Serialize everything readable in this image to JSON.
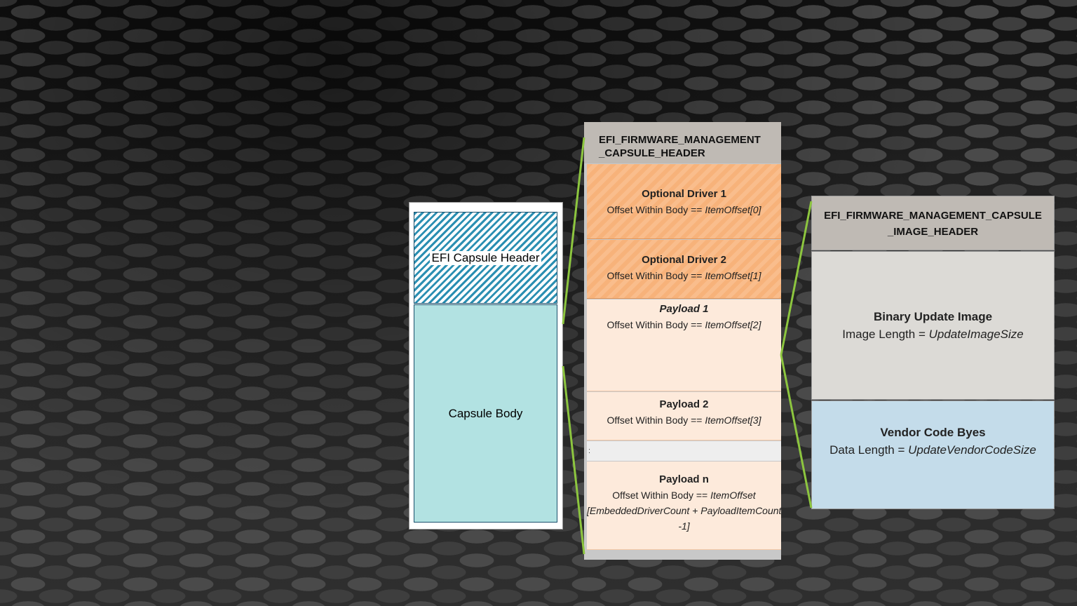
{
  "capsule": {
    "header_label": "EFI Capsule Header",
    "body_label": "Capsule Body"
  },
  "fmp_capsule": {
    "header_line1": "EFI_FIRMWARE_MANAGEMENT",
    "header_line2": "_CAPSULE_HEADER",
    "items": [
      {
        "title": "Optional Driver 1",
        "offset_prefix": "Offset Within Body == ",
        "offset_value": "ItemOffset[0]"
      },
      {
        "title": "Optional Driver 2",
        "offset_prefix": "Offset Within Body == ",
        "offset_value": "ItemOffset[1]"
      },
      {
        "title": "Payload 1",
        "offset_prefix": "Offset Within Body == ",
        "offset_value": "ItemOffset[2]"
      },
      {
        "title": "Payload 2",
        "offset_prefix": "Offset Within Body == ",
        "offset_value": "ItemOffset[3]"
      },
      {
        "title": "Payload n",
        "offset_prefix": "Offset Within Body == ",
        "offset_value": "ItemOffset",
        "offset_line2": "[EmbeddedDriverCount + PayloadItemCount",
        "offset_line3": "-1]"
      }
    ],
    "gap_marker": ":"
  },
  "image_header": {
    "line1": "EFI_FIRMWARE_MANAGEMENT_CAPSULE",
    "line2": "_IMAGE_HEADER",
    "binary_title": "Binary Update Image",
    "binary_prefix": "Image Length = ",
    "binary_value": "UpdateImageSize",
    "vendor_title": "Vendor Code Byes",
    "vendor_prefix": "Data Length = ",
    "vendor_value": "UpdateVendorCodeSize"
  },
  "colors": {
    "connector": "#8dc63f",
    "hatch": "#2b8fb2",
    "capsule_body": "#b2e2e2",
    "driver_orange": "#f9bd8c",
    "payload_peach": "#fdeadb",
    "vendor_blue": "#c4dcea"
  }
}
